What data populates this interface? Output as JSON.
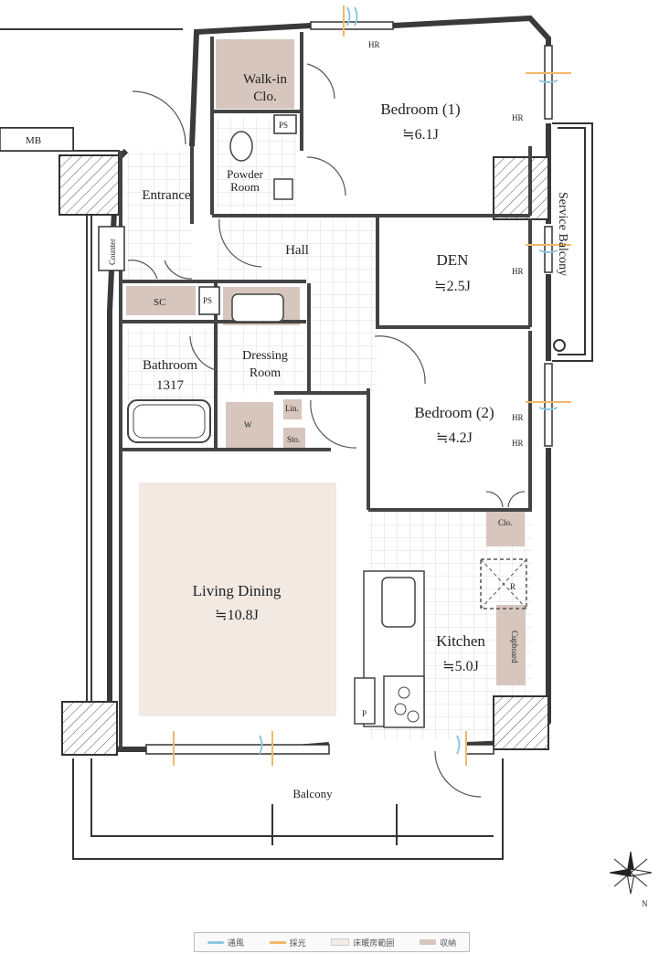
{
  "rooms": {
    "bedroom1": {
      "name": "Bedroom (1)",
      "area": "≒6.1J"
    },
    "bedroom2": {
      "name": "Bedroom (2)",
      "area": "≒4.2J"
    },
    "den": {
      "name": "DEN",
      "area": "≒2.5J"
    },
    "living": {
      "name": "Living Dining",
      "area": "≒10.8J"
    },
    "kitchen": {
      "name": "Kitchen",
      "area": "≒5.0J"
    },
    "walkin": {
      "line1": "Walk-in",
      "line2": "Clo."
    },
    "powder": {
      "line1": "Powder",
      "line2": "Room"
    },
    "entrance": "Entrance",
    "hall": "Hall",
    "bathroom": {
      "line1": "Bathroom",
      "line2": "1317"
    },
    "dressing": {
      "line1": "Dressing",
      "line2": "Room"
    },
    "balcony": "Balcony",
    "service_balcony": "Service Balcony"
  },
  "fixtures": {
    "mb": "MB",
    "ps1": "PS",
    "ps2": "PS",
    "sc": "SC",
    "counter": "Counter",
    "lin": "Lin.",
    "sto": "Sto.",
    "w": "W",
    "clo": "Clo.",
    "r": "R",
    "cupboard": "Cupboard",
    "p": "P",
    "hr": "HR"
  },
  "legend": {
    "items": [
      {
        "label": "通風",
        "color": "#8fc7e0"
      },
      {
        "label": "採光",
        "color": "#f0b86a"
      },
      {
        "label": "床暖房範囲",
        "color": "#f3ece4"
      },
      {
        "label": "収納",
        "color": "#d6c6bd"
      }
    ]
  },
  "compass": {
    "label": "N"
  },
  "colors": {
    "wall": "#3a3a3a",
    "storage": "#d6c6bd",
    "floorheat": "#f1e9e2",
    "tile": "#e4e4e4"
  }
}
